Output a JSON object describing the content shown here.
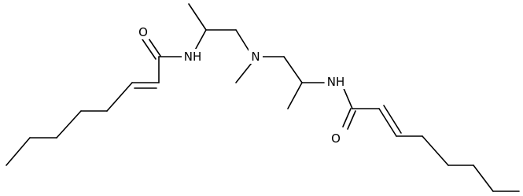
{
  "molecule": {
    "atoms": {
      "o1": "O",
      "nh1": "NH",
      "n_center": "N",
      "nh2": "NH",
      "o2": "O"
    },
    "colors": {
      "bond": "#000000",
      "label": "#000000",
      "background": "#ffffff"
    }
  }
}
